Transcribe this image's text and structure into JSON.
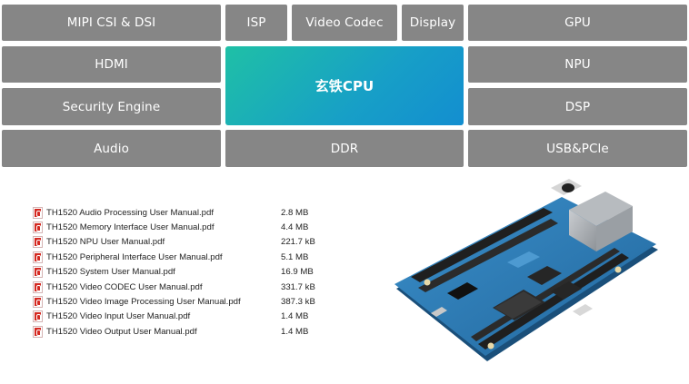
{
  "diagram": {
    "blocks": {
      "mipi": "MIPI CSI & DSI",
      "isp": "ISP",
      "video_codec": "Video Codec",
      "display": "Display",
      "gpu": "GPU",
      "hdmi": "HDMI",
      "cpu": "玄铁CPU",
      "npu": "NPU",
      "security": "Security Engine",
      "dsp": "DSP",
      "audio": "Audio",
      "ddr": "DDR",
      "usb": "USB&PCle"
    },
    "colors": {
      "block": "#868686",
      "cpu_gradient_start": "#1fc0a6",
      "cpu_gradient_end": "#138ed0",
      "block_text": "#ffffff"
    }
  },
  "files": [
    {
      "name": "TH1520 Audio  Processing User Manual.pdf",
      "size": "2.8 MB",
      "icon": "pdf-icon"
    },
    {
      "name": "TH1520 Memory Interface User Manual.pdf",
      "size": "4.4 MB",
      "icon": "pdf-icon"
    },
    {
      "name": "TH1520 NPU User Manual.pdf",
      "size": "221.7 kB",
      "icon": "pdf-icon"
    },
    {
      "name": "TH1520 Peripheral Interface User Manual.pdf",
      "size": "5.1 MB",
      "icon": "pdf-icon"
    },
    {
      "name": "TH1520 System User Manual.pdf",
      "size": "16.9 MB",
      "icon": "pdf-icon"
    },
    {
      "name": "TH1520 Video CODEC User Manual.pdf",
      "size": "331.7 kB",
      "icon": "pdf-icon"
    },
    {
      "name": "TH1520 Video Image Processing User Manual.pdf",
      "size": "387.3 kB",
      "icon": "pdf-icon"
    },
    {
      "name": "TH1520 Video Input User Manual.pdf",
      "size": "1.4 MB",
      "icon": "pdf-icon"
    },
    {
      "name": "TH1520 Video Output User Manual.pdf",
      "size": "1.4 MB",
      "icon": "pdf-icon"
    }
  ],
  "board_image": {
    "icon": "dev-board-image",
    "pcb_color": "#2e7db6"
  }
}
